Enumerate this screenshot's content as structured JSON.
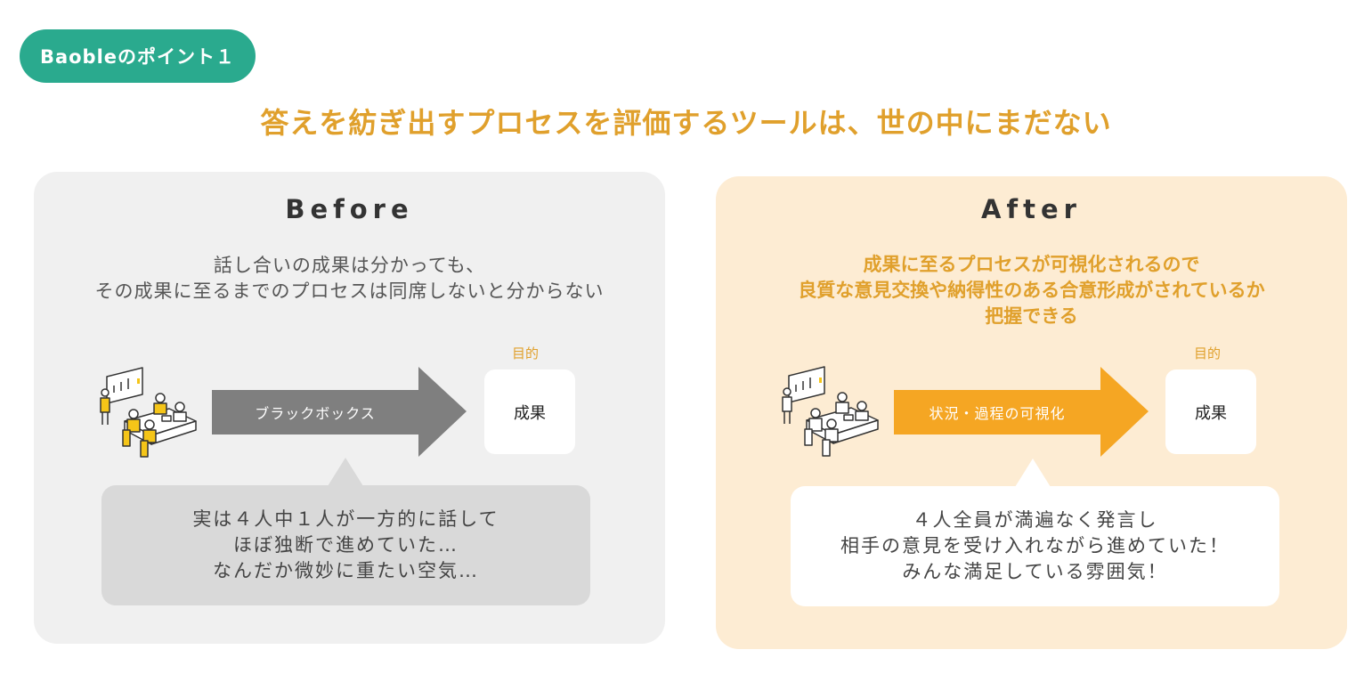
{
  "badge": {
    "label": "Baobleのポイント１"
  },
  "headline": "答えを紡ぎ出すプロセスを評価するツールは、世の中にまだない",
  "before": {
    "title": "Before",
    "description": [
      "話し合いの成果は分かっても、",
      "その成果に至るまでのプロセスは同席しないと分からない"
    ],
    "arrow_label": "ブラックボックス",
    "goal_label": "目的",
    "goal_value": "成果",
    "bubble": [
      "実は４人中１人が一方的に話して",
      "ほぼ独断で進めていた…",
      "なんだか微妙に重たい空気…"
    ]
  },
  "after": {
    "title": "After",
    "description": [
      "成果に至るプロセスが可視化されるので",
      "良質な意見交換や納得性のある合意形成がされているか",
      "把握できる"
    ],
    "arrow_label": "状況・過程の可視化",
    "goal_label": "目的",
    "goal_value": "成果",
    "bubble": [
      "４人全員が満遍なく発言し",
      "相手の意見を受け入れながら進めていた！",
      "みんな満足している雰囲気！"
    ]
  },
  "colors": {
    "badge": "#2aaa8e",
    "headline": "#e0a02c",
    "before_arrow": "#7f7f7f",
    "after_arrow": "#f5a623",
    "before_panel": "#f0f0f0",
    "after_panel": "#fdecd3"
  },
  "icons": [
    "meeting-illustration"
  ]
}
